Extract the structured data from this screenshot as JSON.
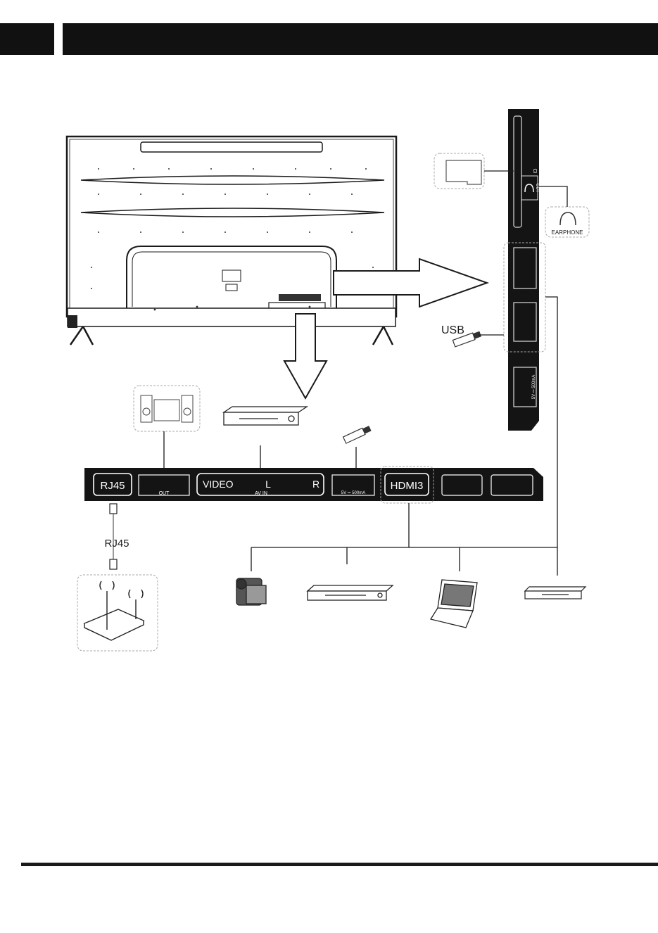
{
  "labels": {
    "ci": "CI",
    "out_side": "OUT",
    "earphone": "EARPHONE",
    "usb_side": "USB",
    "usb_power_side": "5V ⎓ 500mA",
    "rj45_port": "RJ45",
    "out_bottom": "OUT",
    "video": "VIDEO",
    "left": "L",
    "right": "R",
    "av_in": "AV IN",
    "usb_power_bottom": "5V ⎓ 500mA",
    "hdmi3": "HDMI3",
    "rj45_cable": "RJ45"
  },
  "colors": {
    "panel": "#141414",
    "line": "#1a1a1a",
    "dashed": "#a8a8a8",
    "arrow_fill": "#ffffff"
  },
  "icons": [
    "microsd-card-icon",
    "headphones-icon",
    "usb-stick-icon",
    "stereo-system-icon",
    "dvd-player-icon",
    "router-icon",
    "camcorder-icon",
    "set-top-box-icon",
    "laptop-icon",
    "dvd-player-small-icon",
    "tv-back-icon"
  ]
}
